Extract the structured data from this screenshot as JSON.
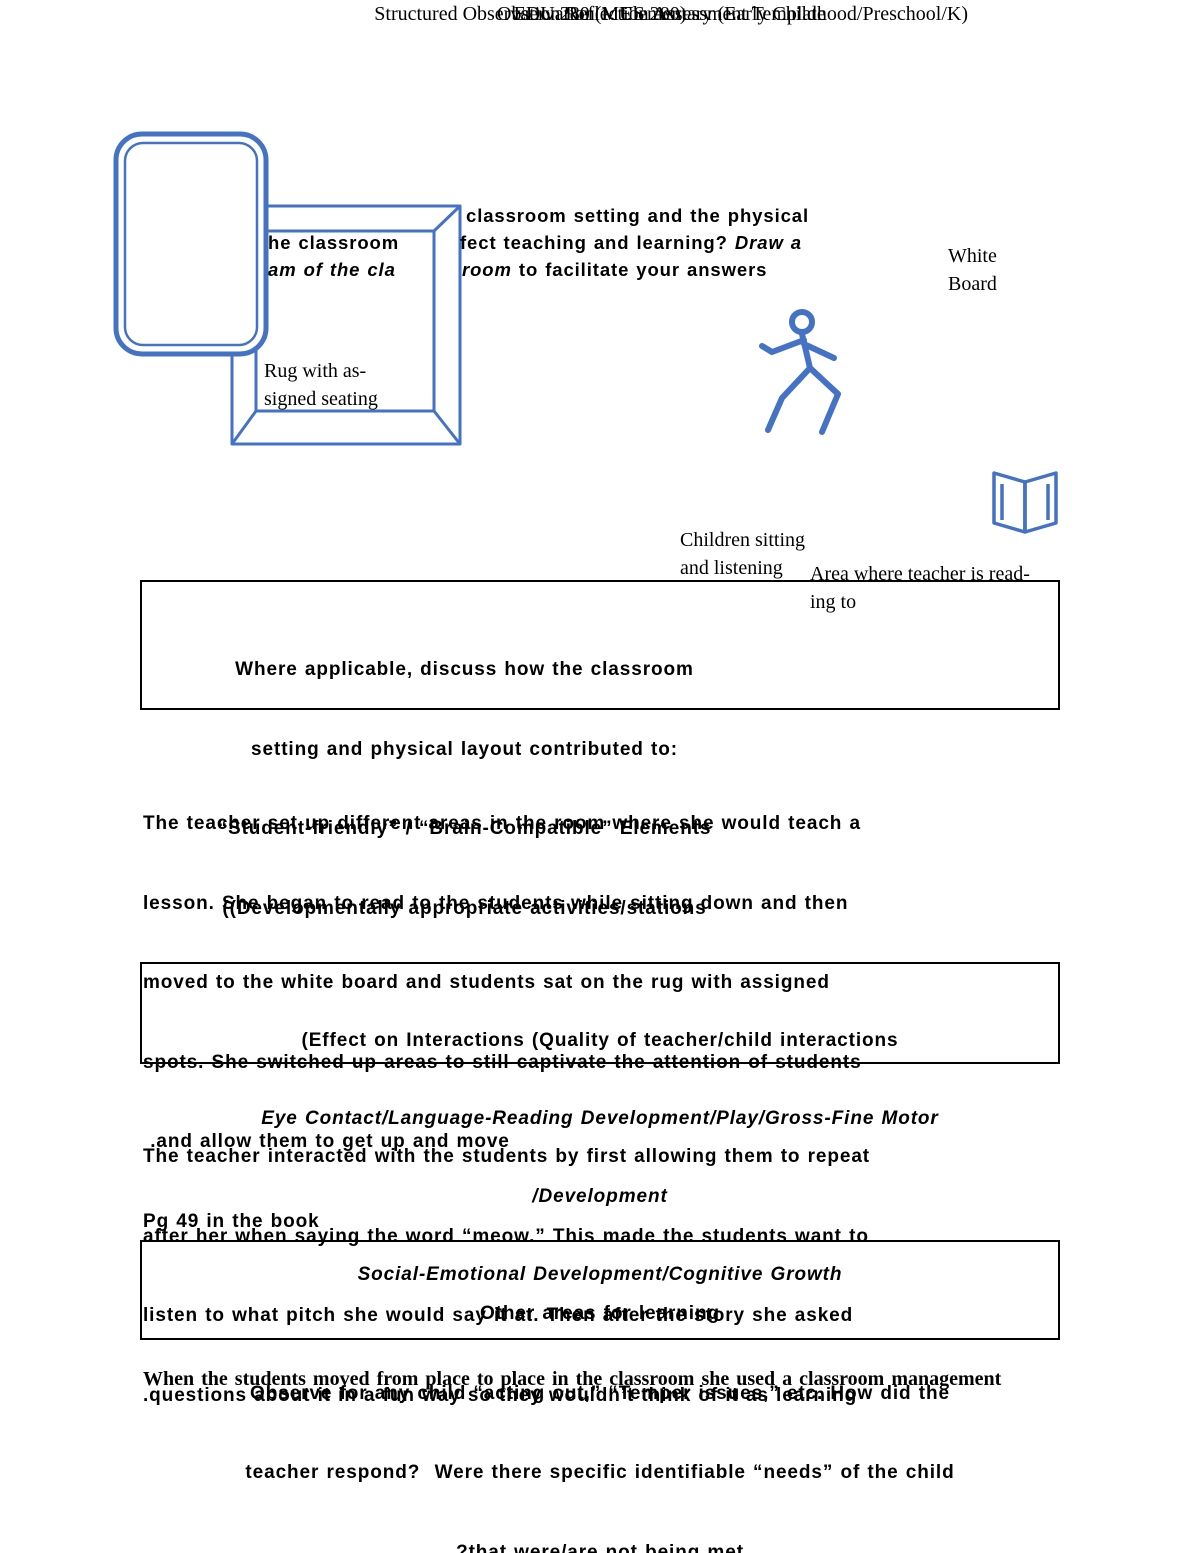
{
  "colors": {
    "accent_blue": "#4472C4",
    "text": "#000000"
  },
  "header": {
    "title1": "EDU 280 (MUS 280)",
    "title2": "Structured Observation Reflection Assessment Template",
    "observation": "Observation 1: Elementary (Early Childhood/Preschool/K)"
  },
  "question": {
    "line1": "classroom setting and the physical",
    "line2a": "he classroom",
    "line2b": "fect teaching and learning? ",
    "line2c": "Draw a",
    "line3a": "am of the cla",
    "line3b": "room",
    "line3c": " to facilitate your answers"
  },
  "diagram": {
    "whiteboard_label_line1": "White",
    "whiteboard_label_line2": "Board",
    "rug_label_line1": "Rug with as-",
    "rug_label_line2": "signed seating",
    "children_label_line1": "Children sitting",
    "children_label_line2": "and listening",
    "teacher_label_line1": "Area where teacher is read-",
    "teacher_label_line2": "ing to",
    "icons": {
      "runner": "running-person-icon",
      "book": "open-book-icon",
      "rug": "rug-shape",
      "board": "whiteboard-shape"
    }
  },
  "box1": {
    "lines": [
      "Where applicable, discuss how the classroom",
      "setting and physical layout contributed to:",
      "“Student-friendly” / “Brain-Compatible” Elements",
      "((Developmentally appropriate activities/stations"
    ]
  },
  "para1": {
    "lines": [
      "The teacher set up different areas in the room where she would teach a",
      "lesson. She began to read to the students while sitting down and then",
      "moved to the white board and students sat on the rug with assigned",
      "spots. She switched up areas to still captivate the attention of students",
      " .and allow them to get up and move",
      "Pg 49 in the book"
    ]
  },
  "box2": {
    "line1": "(Effect on Interactions (Quality of teacher/child interactions",
    "line2": "Eye Contact/Language-Reading Development/Play/Gross-Fine Motor",
    "line3": "/Development",
    "line4": "Social-Emotional Development/Cognitive Growth"
  },
  "para2": {
    "lines": [
      "The teacher interacted with the students by first allowing them to repeat",
      "after her when saying the word “meow.” This made the students want to",
      "listen to what pitch she would say it at. Then after the story she asked",
      ".questions about it in a fun way so they wouldn’t think of it as learning"
    ]
  },
  "box3": {
    "lines": [
      "Other areas for learning",
      "Observe for any child “acting out,” “Temper issues,” etc. How did the",
      "teacher respond?  Were there specific identifiable “needs” of the child",
      "?that were/are not being met"
    ]
  },
  "footer": {
    "text": "When the students moved from place to place in the classroom she used a classroom management"
  }
}
